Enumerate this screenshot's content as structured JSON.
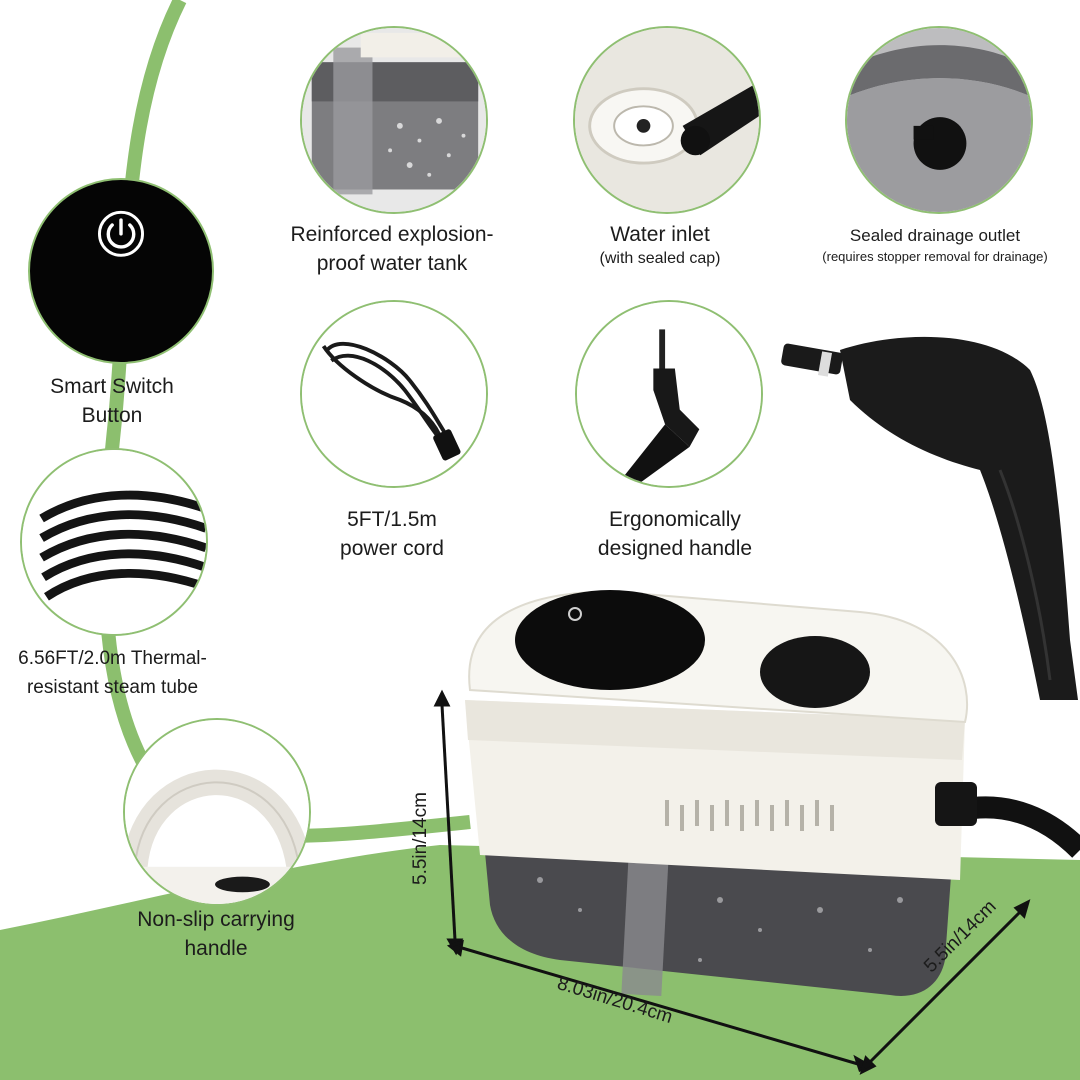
{
  "colors": {
    "accent_green": "#8cbf6e",
    "text": "#1c1c1c"
  },
  "features": {
    "smart_switch": {
      "line1": "Smart Switch",
      "line2": "Button",
      "icon": "power-icon"
    },
    "water_tank": {
      "line1": "Reinforced explosion-",
      "line2": "proof water tank"
    },
    "water_inlet": {
      "line1": "Water inlet",
      "line2": "(with sealed cap)"
    },
    "drainage": {
      "line1": "Sealed drainage outlet",
      "line2": "(requires stopper removal for drainage)"
    },
    "power_cord": {
      "line1": "5FT/1.5m",
      "line2": "power cord"
    },
    "handle": {
      "line1": "Ergonomically",
      "line2": "designed handle"
    },
    "steam_tube": {
      "line1": "6.56FT/2.0m Thermal-",
      "line2": "resistant steam tube"
    },
    "carry_handle": {
      "line1": "Non-slip carrying",
      "line2": "handle"
    }
  },
  "dimensions": {
    "height": "5.5in/14cm",
    "length": "8.03in/20.4cm",
    "depth": "5.5in/14cm"
  }
}
